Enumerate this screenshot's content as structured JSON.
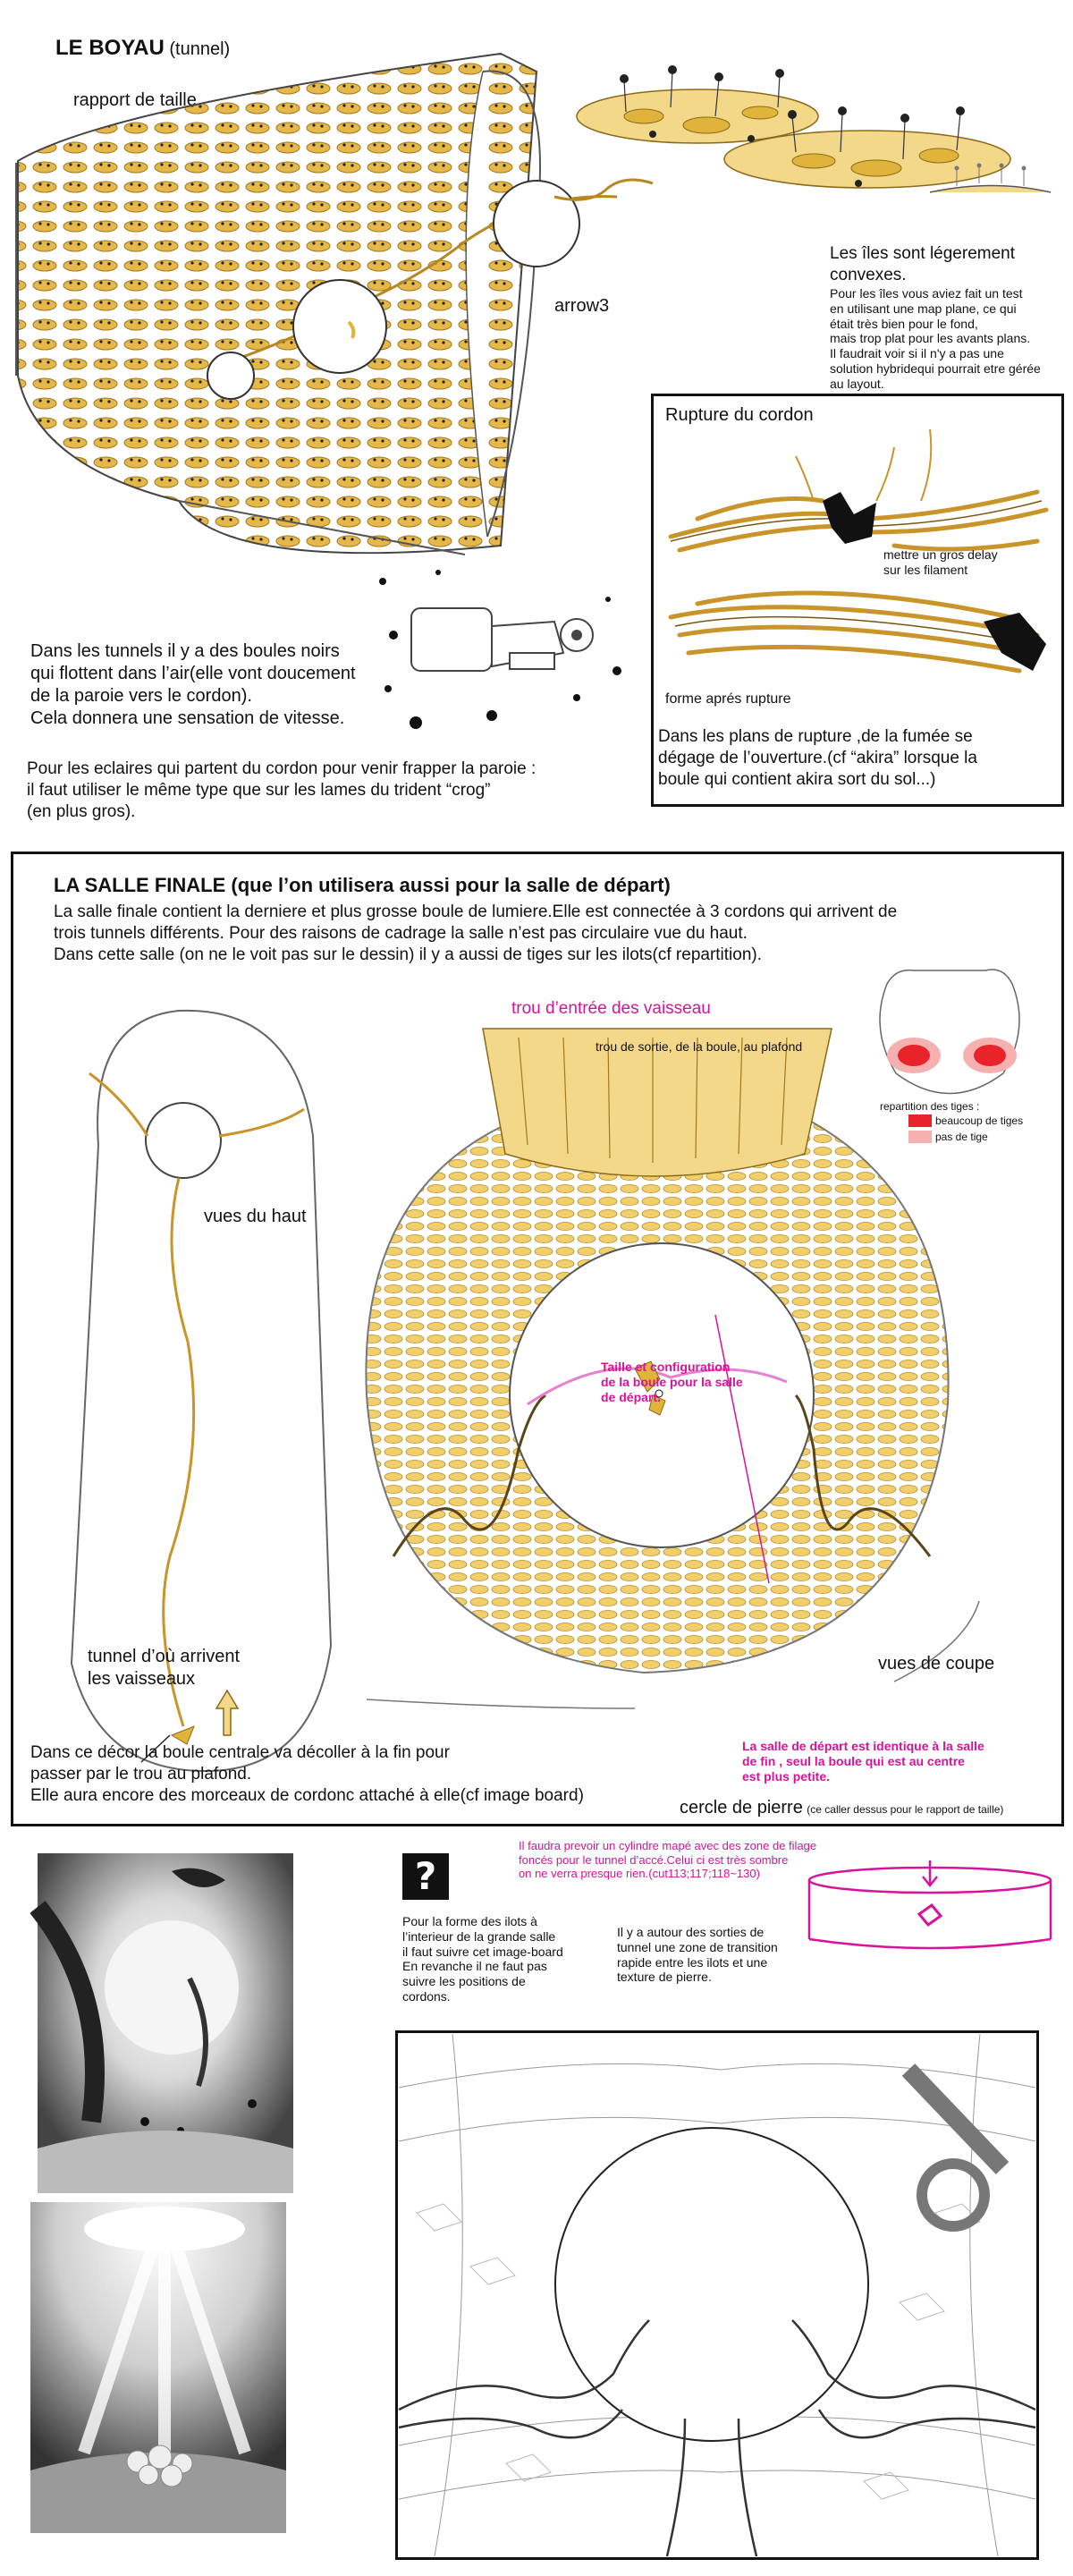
{
  "tunnel": {
    "title_bold": "LE BOYAU",
    "title_rest": " (tunnel)",
    "size_ratio": "rapport de taille",
    "arrow_label": "arrow3",
    "islands_title": "Les îles  sont légerement convexes.",
    "islands_note": "Pour les îles vous aviez fait un test\nen utilisant une map plane, ce qui\nétait très bien pour le fond,\nmais trop plat pour les avants plans.\nIl faudrait voir si il n'y a pas une\nsolution hybridequi pourrait etre gérée\nau layout.",
    "particles_text": "Dans les tunnels il y a des boules noirs\nqui flottent dans l’air(elle vont doucement\nde la paroie vers le cordon).\nCela donnera une sensation de vitesse.",
    "lightning_text": "Pour les eclaires qui partent du cordon pour venir frapper la paroie :\nil faut utiliser le même type que sur les lames du trident “crog”\n(en plus gros)."
  },
  "rupture": {
    "title": "Rupture  du cordon",
    "delay_note": "mettre un gros delay\nsur les filament",
    "after_label": "forme aprés rupture",
    "smoke_text": "Dans les plans de rupture ,de la fumée se\ndégage de l’ouverture.(cf “akira” lorsque la\nboule qui contient akira sort du sol...)"
  },
  "final_room": {
    "title": "LA SALLE FINALE (que l’on utilisera aussi pour la salle de départ)",
    "intro": "La salle finale contient la derniere et plus grosse boule de lumiere.Elle est connectée à 3 cordons qui arrivent de\ntrois tunnels différents. Pour des raisons de cadrage la salle n’est pas circulaire vue du haut.\nDans cette salle (on ne le voit pas sur le dessin) il y a aussi de tiges sur les ilots(cf repartition).",
    "entry_hole": "trou d’entrée des vaisseau",
    "exit_hole": "trou de sortie, de la boule, au plafond",
    "stems_title": "repartition des tiges :",
    "stems_many": "beaucoup de tiges",
    "stems_none": "pas de tige",
    "top_view": "vues du haut",
    "arrival_tunnel": "tunnel d’où arrivent\nles vaisseaux",
    "start_config": "Taille et configuration\nde la boule pour la salle\nde départ.",
    "section_view": "vues de coupe",
    "takeoff_text": "Dans ce décor la boule centrale va décoller à la fin pour\npasser par le trou au plafond.\nElle aura encore des morceaux de cordonc attaché à elle(cf image board)",
    "start_room_note": "La salle de départ est identique à la salle\nde fin , seul la boule qui est au centre\nest plus petite.",
    "stone_circle": "cercle de pierre",
    "stone_note": "(ce caller dessus pour le rapport de taille)"
  },
  "bottom": {
    "question_icon": "?",
    "islands_shape": "Pour la forme des ilots à\nl’interieur de la grande salle\nil faut suivre cet image-board\nEn revanche il ne faut pas\nsuivre les positions de\ncordons.",
    "transition_zone": "Il y a autour des sorties de\ntunnel une zone  de transition\nrapide entre les ilots et une\ntexture de pierre.",
    "cylinder_note": "Il faudra prevoir un cylindre mapé avec des zone de filage\nfoncés pour le tunnel d’accé.Celui ci est très sombre\non ne verra presque rien.(cut113;117;118~130)"
  },
  "colors": {
    "ochre": "#e0b43a",
    "ochre_light": "#f3d88a",
    "pink": "#d6139a",
    "red": "#e8242a"
  }
}
